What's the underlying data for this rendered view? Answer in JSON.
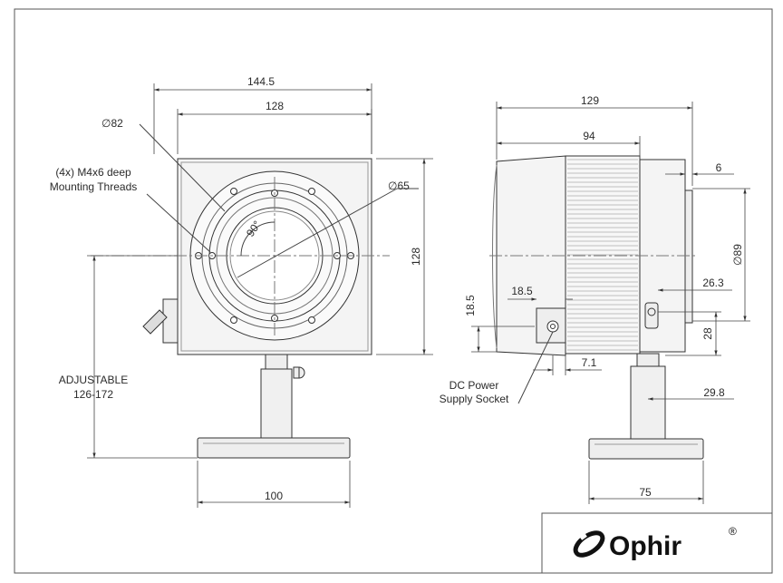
{
  "front": {
    "dims": {
      "overall_width": "144.5",
      "inner_width": "128",
      "height": "128",
      "base_width": "100",
      "aperture_outer": "∅82",
      "aperture_inner": "∅65",
      "angle": "90°"
    },
    "labels": {
      "threads_line1": "(4x) M4x6 deep",
      "threads_line2": "Mounting Threads",
      "adjustable_line1": "ADJUSTABLE",
      "adjustable_line2": "126-172"
    }
  },
  "side": {
    "dims": {
      "overall_depth": "129",
      "body_depth": "94",
      "front_offset": "6",
      "diameter": "∅89",
      "socket_offset_x": "18.5",
      "socket_offset_y": "18.5",
      "socket_depth": "7.1",
      "knob_offset": "26.3",
      "knob_height": "28",
      "post_offset": "29.8",
      "base_width": "75"
    },
    "labels": {
      "socket_line1": "DC Power",
      "socket_line2": "Supply Socket"
    }
  },
  "brand": {
    "name": "Ophir",
    "mark": "®"
  }
}
